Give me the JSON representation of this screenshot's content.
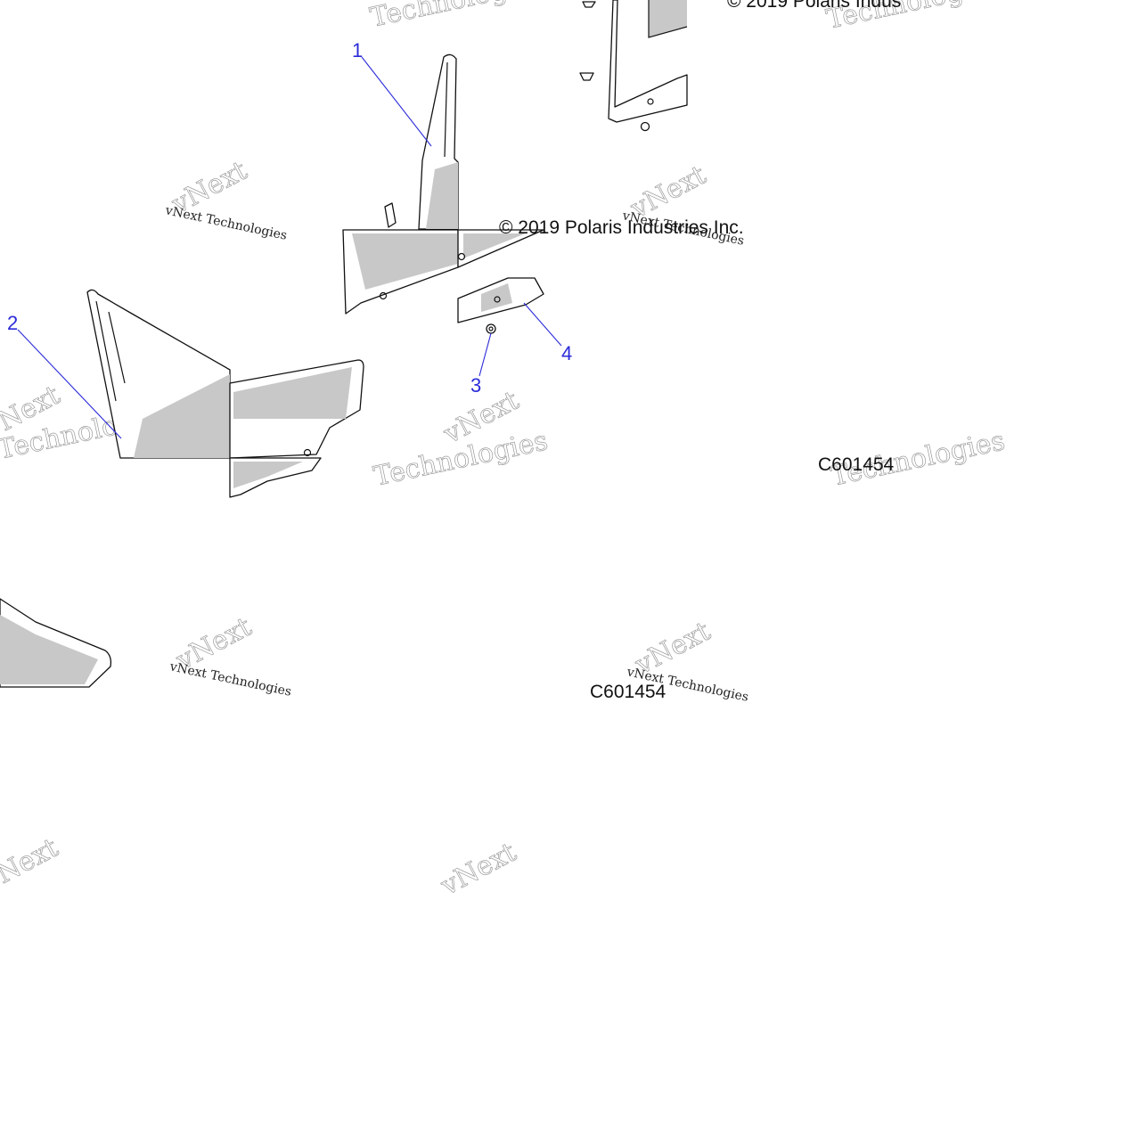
{
  "diagram": {
    "callouts": [
      {
        "id": "1",
        "label": "1"
      },
      {
        "id": "2",
        "label": "2"
      },
      {
        "id": "3",
        "label": "3"
      },
      {
        "id": "4",
        "label": "4"
      }
    ],
    "copyright_text": "© 2019 Polaris Industries Inc.",
    "copyright_text_partial": "© 2019 Polaris Indus",
    "drawing_code": "C601454",
    "watermark": {
      "brand_large": "vNext",
      "brand_tech": "Technologies",
      "brand_small": "vNext Technologies"
    },
    "colors": {
      "callout": "#2b2bd9",
      "line_art": "#111111",
      "shading": "#c8c8c8"
    }
  }
}
